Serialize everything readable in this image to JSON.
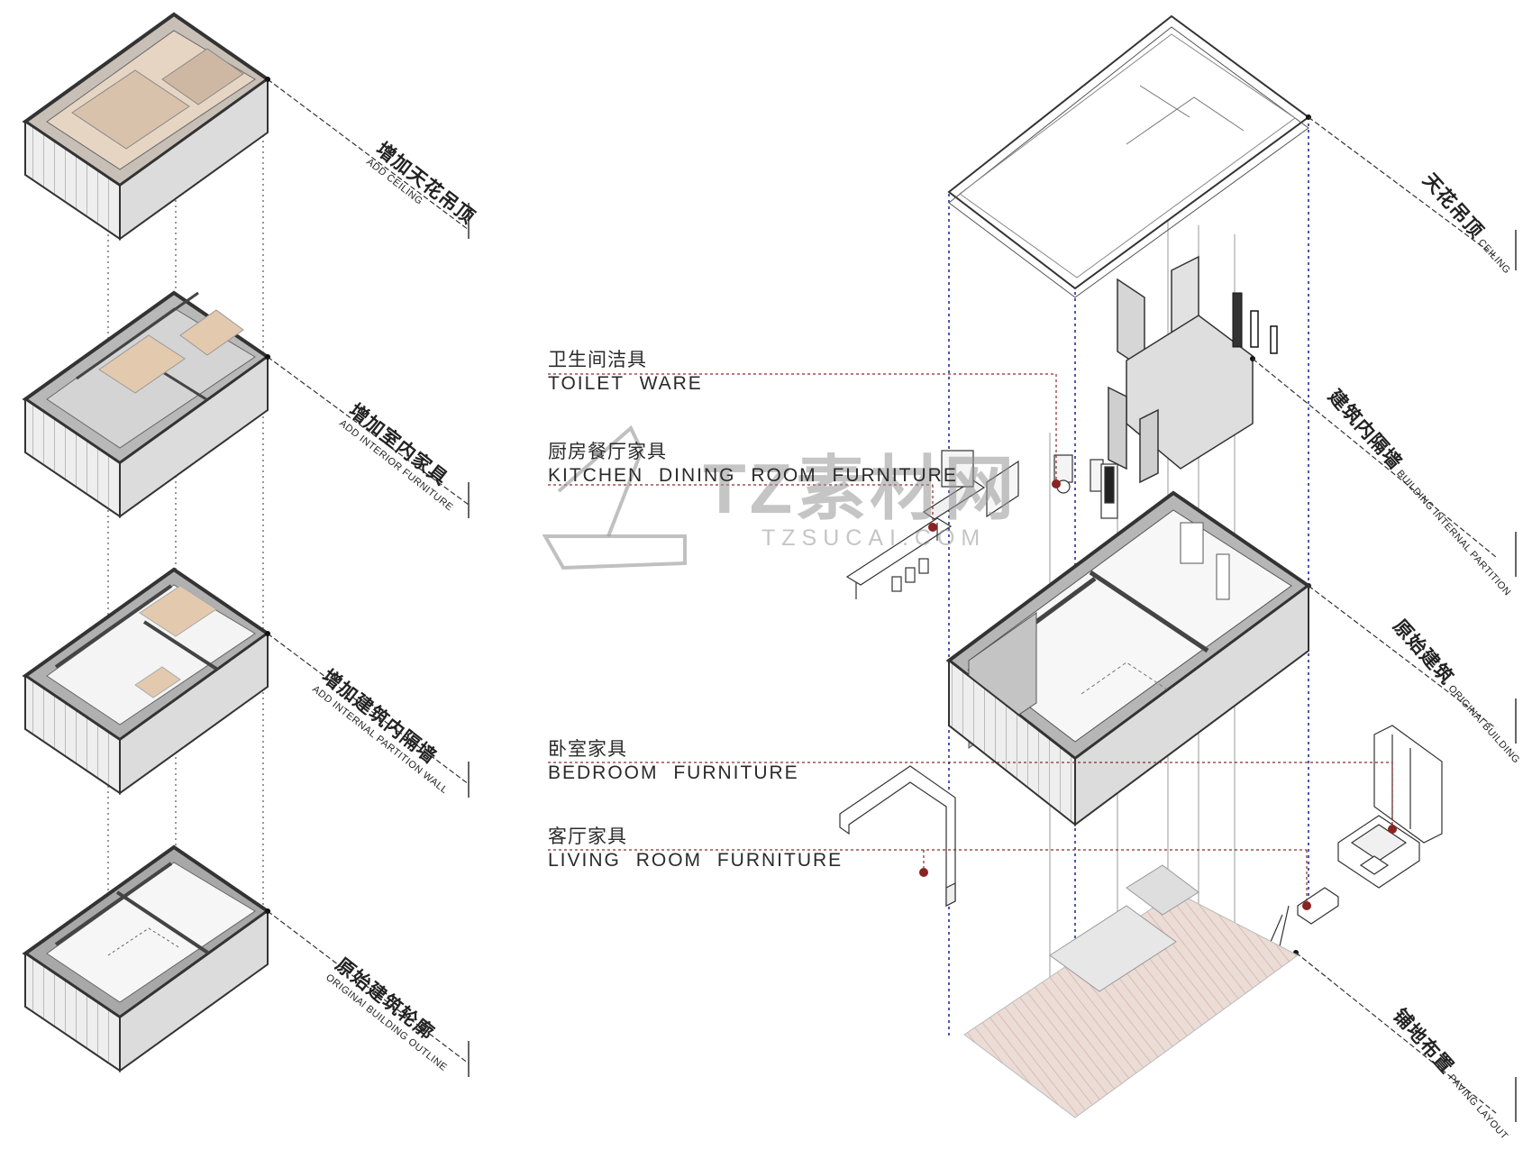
{
  "left_labels": [
    {
      "zh": "增加天花吊顶",
      "en": "ADD CEILING"
    },
    {
      "zh": "增加室内家具",
      "en": "ADD INTERIOR FURNITURE"
    },
    {
      "zh": "增加建筑内隔墙",
      "en": "ADD INTERNAL PARTITION WALL"
    },
    {
      "zh": "原始建筑轮廓",
      "en": "ORIGINAl BUILDING OUTLINE"
    }
  ],
  "callouts": {
    "toilet": {
      "zh": "卫生间洁具",
      "en": "TOILET WARE"
    },
    "kitchen": {
      "zh": "厨房餐厅家具",
      "en": "KITCHEN DINING ROOM FURNITURE"
    },
    "bedroom": {
      "zh": "卧室家具",
      "en": "BEDROOM FURNITURE"
    },
    "living": {
      "zh": "客厅家具",
      "en": "LIVING ROOM FURNITURE"
    }
  },
  "right_labels": {
    "ceiling": {
      "zh": "天花吊顶",
      "en": "CEILING"
    },
    "partition": {
      "zh": "建筑内隔墙",
      "en": "BUILDING INTERNAL PARTITION"
    },
    "original": {
      "zh": "原始建筑",
      "en": "ORIGINAl BUILDING"
    },
    "paving": {
      "zh": "铺地布置",
      "en": "PAVING LAYOUT"
    }
  },
  "watermark": {
    "main": "TZ素材网",
    "sub": "TZSUCAI.COM"
  },
  "colors": {
    "wall": "#dcdcdc",
    "outline": "#3a3a3a",
    "wood": "#e3c9ad",
    "floor_pink": "#ead7d1",
    "guide_blue": "#1f2f9a",
    "guide_red": "#8a2a2a",
    "marker": "#8b2323"
  }
}
